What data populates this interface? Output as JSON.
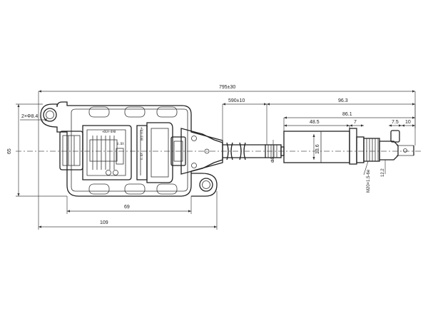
{
  "dimensions": {
    "overall_length": "795±30",
    "cable_length": "590±10",
    "sensor_length": "96.3",
    "probe_length": "86.1",
    "body_length": "48.5",
    "step_length": "7",
    "tip_step": "7.5",
    "tip_length": "10",
    "hole_spec": "2×Φ8.4",
    "height": "65",
    "connector_width": "69",
    "box_width": "109",
    "cable_diameter": "Φ5",
    "body_diameter": "13.6",
    "thread_spec": "M20×1.5-6e",
    "tip_diameter": "12.2"
  },
  "markings": {
    "connector_left": "+0LH-0A0",
    "connector_right": "+0LH-0A0",
    "connector_left_tag": "U.DX",
    "connector_right_tag": "U.DX"
  }
}
